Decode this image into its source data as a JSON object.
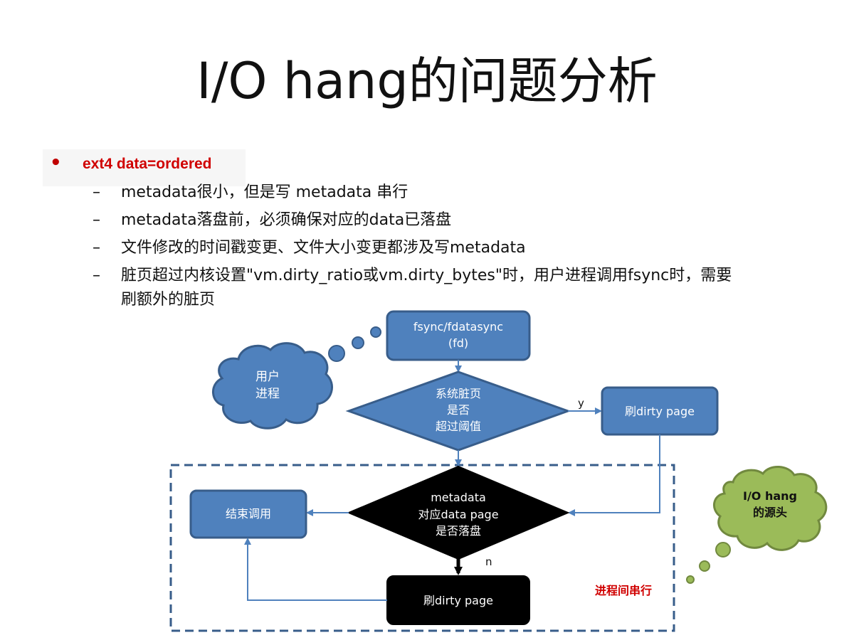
{
  "page": {
    "title": "I/O hang的问题分析"
  },
  "bullets": {
    "main": "ext4 data=ordered",
    "marker": "•",
    "dash": "–",
    "items": [
      "metadata很小，但是写 metadata 串行",
      "metadata落盘前，必须确保对应的data已落盘",
      "文件修改的时间戳变更、文件大小变更都涉及写metadata",
      "脏页超过内核设置\"vm.dirty_ratio或vm.dirty_bytes\"时，用户进程调用fsync时，需要"
    ],
    "item4_cont": "刷额外的脏页"
  },
  "diagram": {
    "fsync_line1": "fsync/fdatasync",
    "fsync_line2": "(fd)",
    "cloud_user_line1": "用户",
    "cloud_user_line2": "进程",
    "decision1_line1": "系统脏页",
    "decision1_line2": "是否",
    "decision1_line3": "超过阈值",
    "label_y": "y",
    "flush_dirty_top": "刷dirty page",
    "decision2_line1": "metadata",
    "decision2_line2": "对应data page",
    "decision2_line3": "是否落盘",
    "end_call": "结束调用",
    "label_n": "n",
    "flush_dirty_bottom": "刷dirty page",
    "serial_label": "进程间串行",
    "cloud_hang_line1": "I/O hang",
    "cloud_hang_line2": "的源头",
    "colors": {
      "box_fill": "#4f81bd",
      "box_stroke": "#385d8a",
      "black_fill": "#000000",
      "arrow": "#4f81bd",
      "dashed_border": "#385d8a",
      "cloud_green": "#9bbb59",
      "cloud_green_stroke": "#71893f",
      "serial_text": "#d00000"
    }
  }
}
